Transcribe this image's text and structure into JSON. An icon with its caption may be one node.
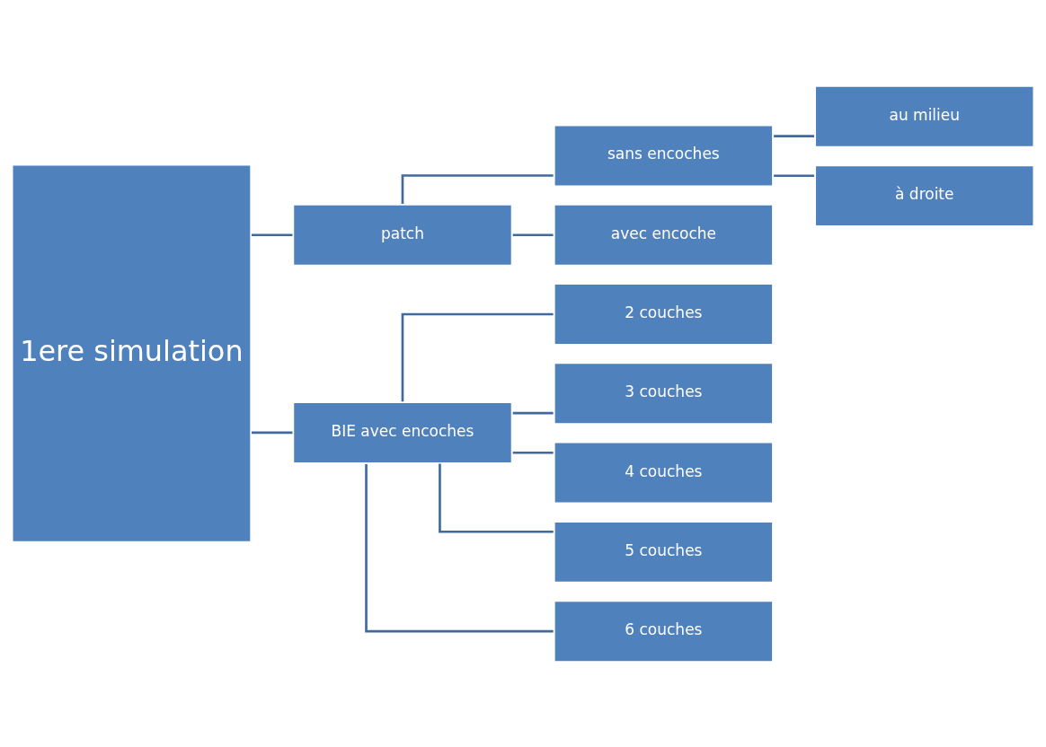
{
  "diagram": {
    "nodes": [
      {
        "text": [
          "1ere simulation"
        ]
      },
      {
        "text": [
          "patch"
        ]
      },
      {
        "text": [
          "sans encoches"
        ]
      },
      {
        "text": [
          "au milieu"
        ]
      },
      {
        "text": [
          "à droite"
        ]
      },
      {
        "text": [
          "avec encoche"
        ]
      },
      {
        "text": [
          "BIE avec encoches"
        ]
      },
      {
        "text": [
          "2 couches"
        ]
      },
      {
        "text": [
          "3 couches"
        ]
      },
      {
        "text": [
          "4 couches"
        ]
      },
      {
        "text": [
          "5 couches"
        ]
      },
      {
        "text": [
          "6 couches"
        ]
      }
    ],
    "edges": [
      {
        "from": 0,
        "to": 1,
        "arrow": "none"
      },
      {
        "from": 0,
        "to": 6,
        "arrow": "none"
      },
      {
        "from": 1,
        "to": 2,
        "arrow": "none"
      },
      {
        "from": 1,
        "to": 5,
        "arrow": "none"
      },
      {
        "from": 2,
        "to": 3,
        "arrow": "none"
      },
      {
        "from": 2,
        "to": 4,
        "arrow": "none"
      },
      {
        "from": 6,
        "to": 7,
        "arrow": "none"
      },
      {
        "from": 6,
        "to": 8,
        "arrow": "none"
      },
      {
        "from": 6,
        "to": 9,
        "arrow": "none"
      },
      {
        "from": 6,
        "to": 10,
        "arrow": "none"
      },
      {
        "from": 6,
        "to": 11,
        "arrow": "none"
      }
    ]
  }
}
